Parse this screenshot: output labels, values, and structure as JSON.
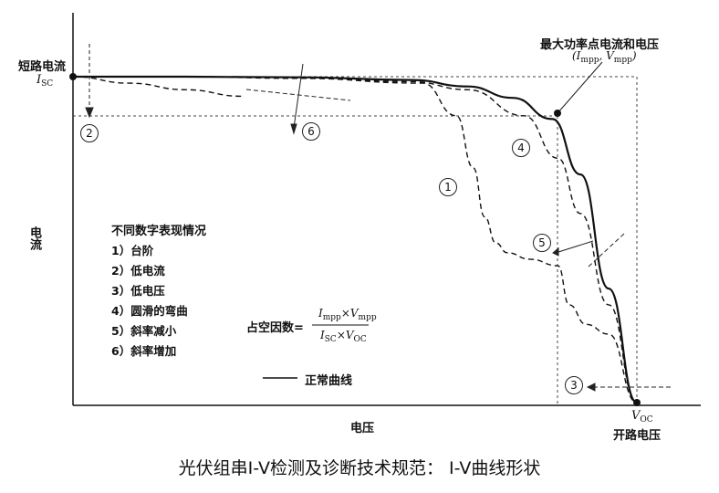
{
  "chart_data": {
    "type": "line",
    "xlabel": "电压",
    "ylabel": "电流",
    "isc_label": "短路电流",
    "isc_symbol": "I",
    "isc_sub": "SC",
    "voc_symbol": "V",
    "voc_sub": "OC",
    "voc_label": "开路电压",
    "mpp_label": "最大功率点电流和电压",
    "mpp_symbol": "(I",
    "mpp_sub1": "mpp",
    "mpp_mid": ", V",
    "mpp_sub2": "mpp",
    "mpp_close": ")",
    "xlim": [
      0,
      1.0
    ],
    "ylim": [
      0,
      1.0
    ],
    "grid": false,
    "legend_title": "不同数字表现情况",
    "legend_items": [
      "1）台阶",
      "2）低电流",
      "3）低电压",
      "4）圆滑的弯曲",
      "5）斜率减小",
      "6）斜率增加"
    ],
    "fill_factor_label": "占空因数=",
    "ff_num": "I",
    "ff_num_sub1": "mpp",
    "ff_num_mid": "×V",
    "ff_num_sub2": "mpp",
    "ff_den": "I",
    "ff_den_sub1": "SC",
    "ff_den_mid": "×V",
    "ff_den_sub2": "OC",
    "normal_label": "正常曲线",
    "markers": [
      "1",
      "2",
      "3",
      "4",
      "5",
      "6"
    ],
    "series": [
      {
        "style": "solid",
        "x": [
          0,
          0.2,
          0.4,
          0.6,
          0.7,
          0.78,
          0.85,
          0.9,
          0.95,
          1.0
        ],
        "y": [
          1.0,
          1.0,
          0.998,
          0.99,
          0.97,
          0.935,
          0.87,
          0.7,
          0.35,
          0.0
        ]
      },
      {
        "style": "dashed",
        "x": [
          0,
          0.2,
          0.4,
          0.62,
          0.68,
          0.71,
          0.73,
          0.75,
          0.77,
          0.81,
          0.86,
          0.88,
          0.91,
          0.95,
          1.0
        ],
        "y": [
          1.0,
          1.0,
          0.995,
          0.98,
          0.88,
          0.72,
          0.57,
          0.49,
          0.46,
          0.44,
          0.42,
          0.3,
          0.24,
          0.21,
          0.0
        ]
      },
      {
        "style": "dashed",
        "x": [
          0,
          0.2,
          0.4,
          0.6,
          0.7,
          0.8,
          0.86,
          0.9,
          0.95,
          1.0
        ],
        "y": [
          1.0,
          1.0,
          0.997,
          0.985,
          0.96,
          0.88,
          0.75,
          0.58,
          0.3,
          0.0
        ]
      },
      {
        "style": "dashed",
        "x": [
          0,
          0.1,
          0.2,
          0.3
        ],
        "y": [
          1.0,
          0.98,
          0.96,
          0.94
        ]
      }
    ]
  },
  "caption": "光伏组串I-V检测及诊断技术规范： I-V曲线形状"
}
